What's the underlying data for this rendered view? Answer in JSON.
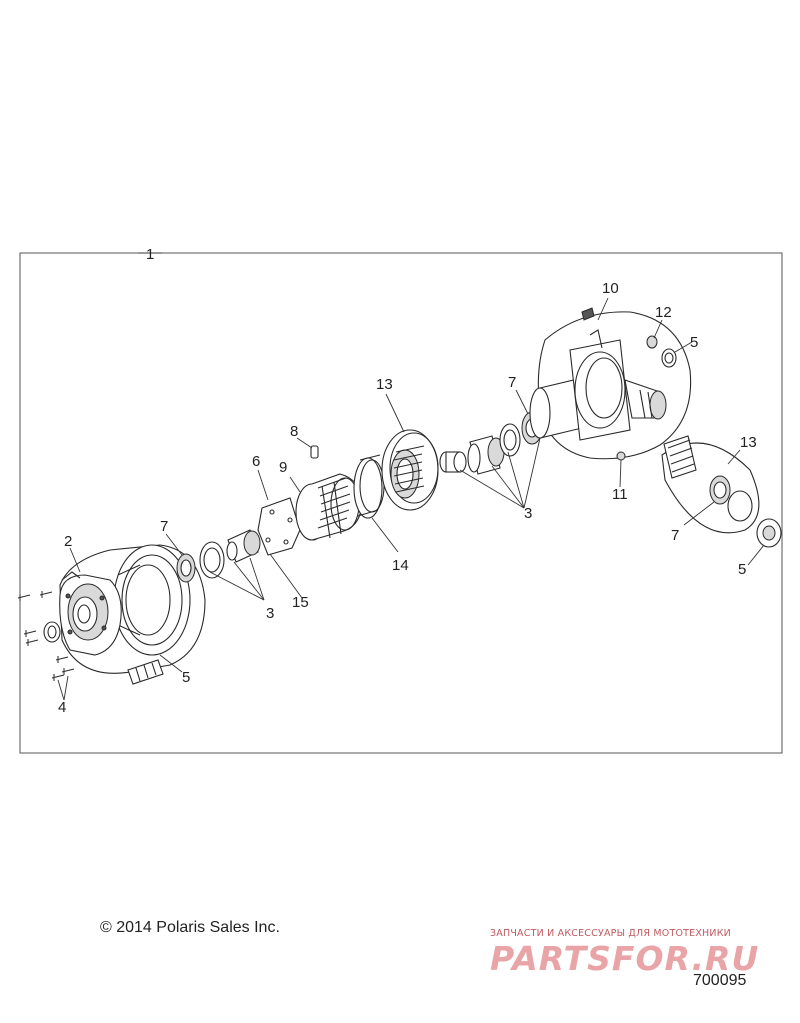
{
  "diagram": {
    "callouts": {
      "c1": "1",
      "c2": "2",
      "c3a": "3",
      "c3b": "3",
      "c4": "4",
      "c5a": "5",
      "c5b": "5",
      "c5c": "5",
      "c6": "6",
      "c7a": "7",
      "c7b": "7",
      "c7c": "7",
      "c8": "8",
      "c9": "9",
      "c10": "10",
      "c11": "11",
      "c12": "12",
      "c13a": "13",
      "c13b": "13",
      "c14": "14",
      "c15": "15"
    }
  },
  "footer": {
    "copyright": "© 2014 Polaris Sales Inc.",
    "diagram_id": "700095"
  },
  "watermark": {
    "tagline": "ЗАПЧАСТИ И АКСЕССУАРЫ ДЛЯ МОТОТЕХНИКИ",
    "logo_text": "PARTSFOR.RU"
  }
}
